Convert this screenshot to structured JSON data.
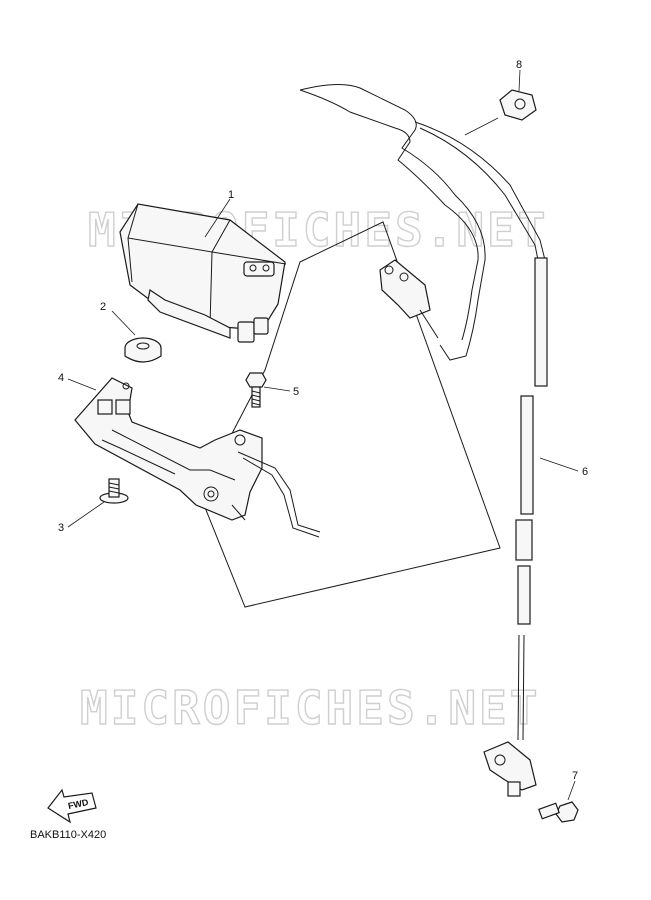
{
  "watermark": "MICROFICHES.NET",
  "diagram_code": "BAKB110-X420",
  "fwd_label": "FWD",
  "callouts": {
    "c1": "1",
    "c2": "2",
    "c3": "3",
    "c4": "4",
    "c5": "5",
    "c6": "6",
    "c7": "7",
    "c8": "8"
  },
  "icons": {
    "fwd": "fwd-arrow-icon"
  }
}
